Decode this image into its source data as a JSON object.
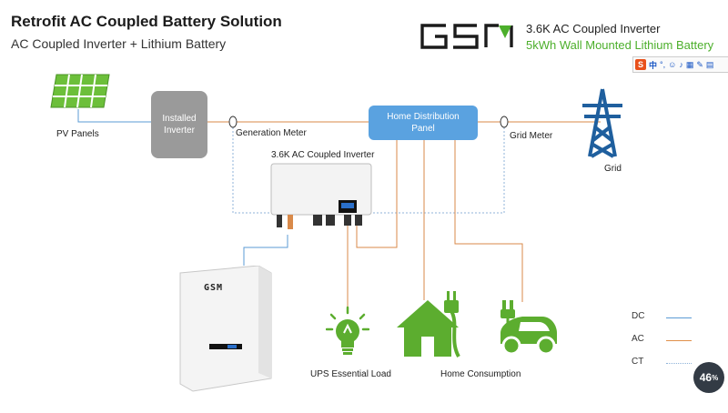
{
  "header": {
    "title": "Retrofit AC Coupled Battery Solution",
    "subtitle": "AC Coupled Inverter + Lithium Battery",
    "brand_logo": "GSM",
    "right_line1": "3.6K AC Coupled Inverter",
    "right_line2": "5kWh Wall Mounted Lithium Battery"
  },
  "nodes": {
    "pv_panels": "PV Panels",
    "installed_inverter": "Installed Inverter",
    "generation_meter": "Generation Meter",
    "home_distribution_panel": "Home Distribution Panel",
    "grid_meter": "Grid Meter",
    "grid": "Grid",
    "ac_coupled_inverter": "3.6K AC Coupled Inverter",
    "battery_logo": "GSM",
    "ups_load": "UPS Essential Load",
    "home_consumption": "Home Consumption"
  },
  "legend": [
    {
      "label": "DC",
      "color": "#5b9bd5"
    },
    {
      "label": "AC",
      "color": "#e0904a"
    },
    {
      "label": "CT",
      "color": "#8fb3d9"
    }
  ],
  "colors": {
    "green": "#5cad2f",
    "grid_blue": "#1f5f9e",
    "dc_line": "#5b9bd5",
    "ac_line": "#d98a4a"
  },
  "overlay": {
    "ime_char": "中",
    "badge_value": "46",
    "badge_unit": "%"
  }
}
